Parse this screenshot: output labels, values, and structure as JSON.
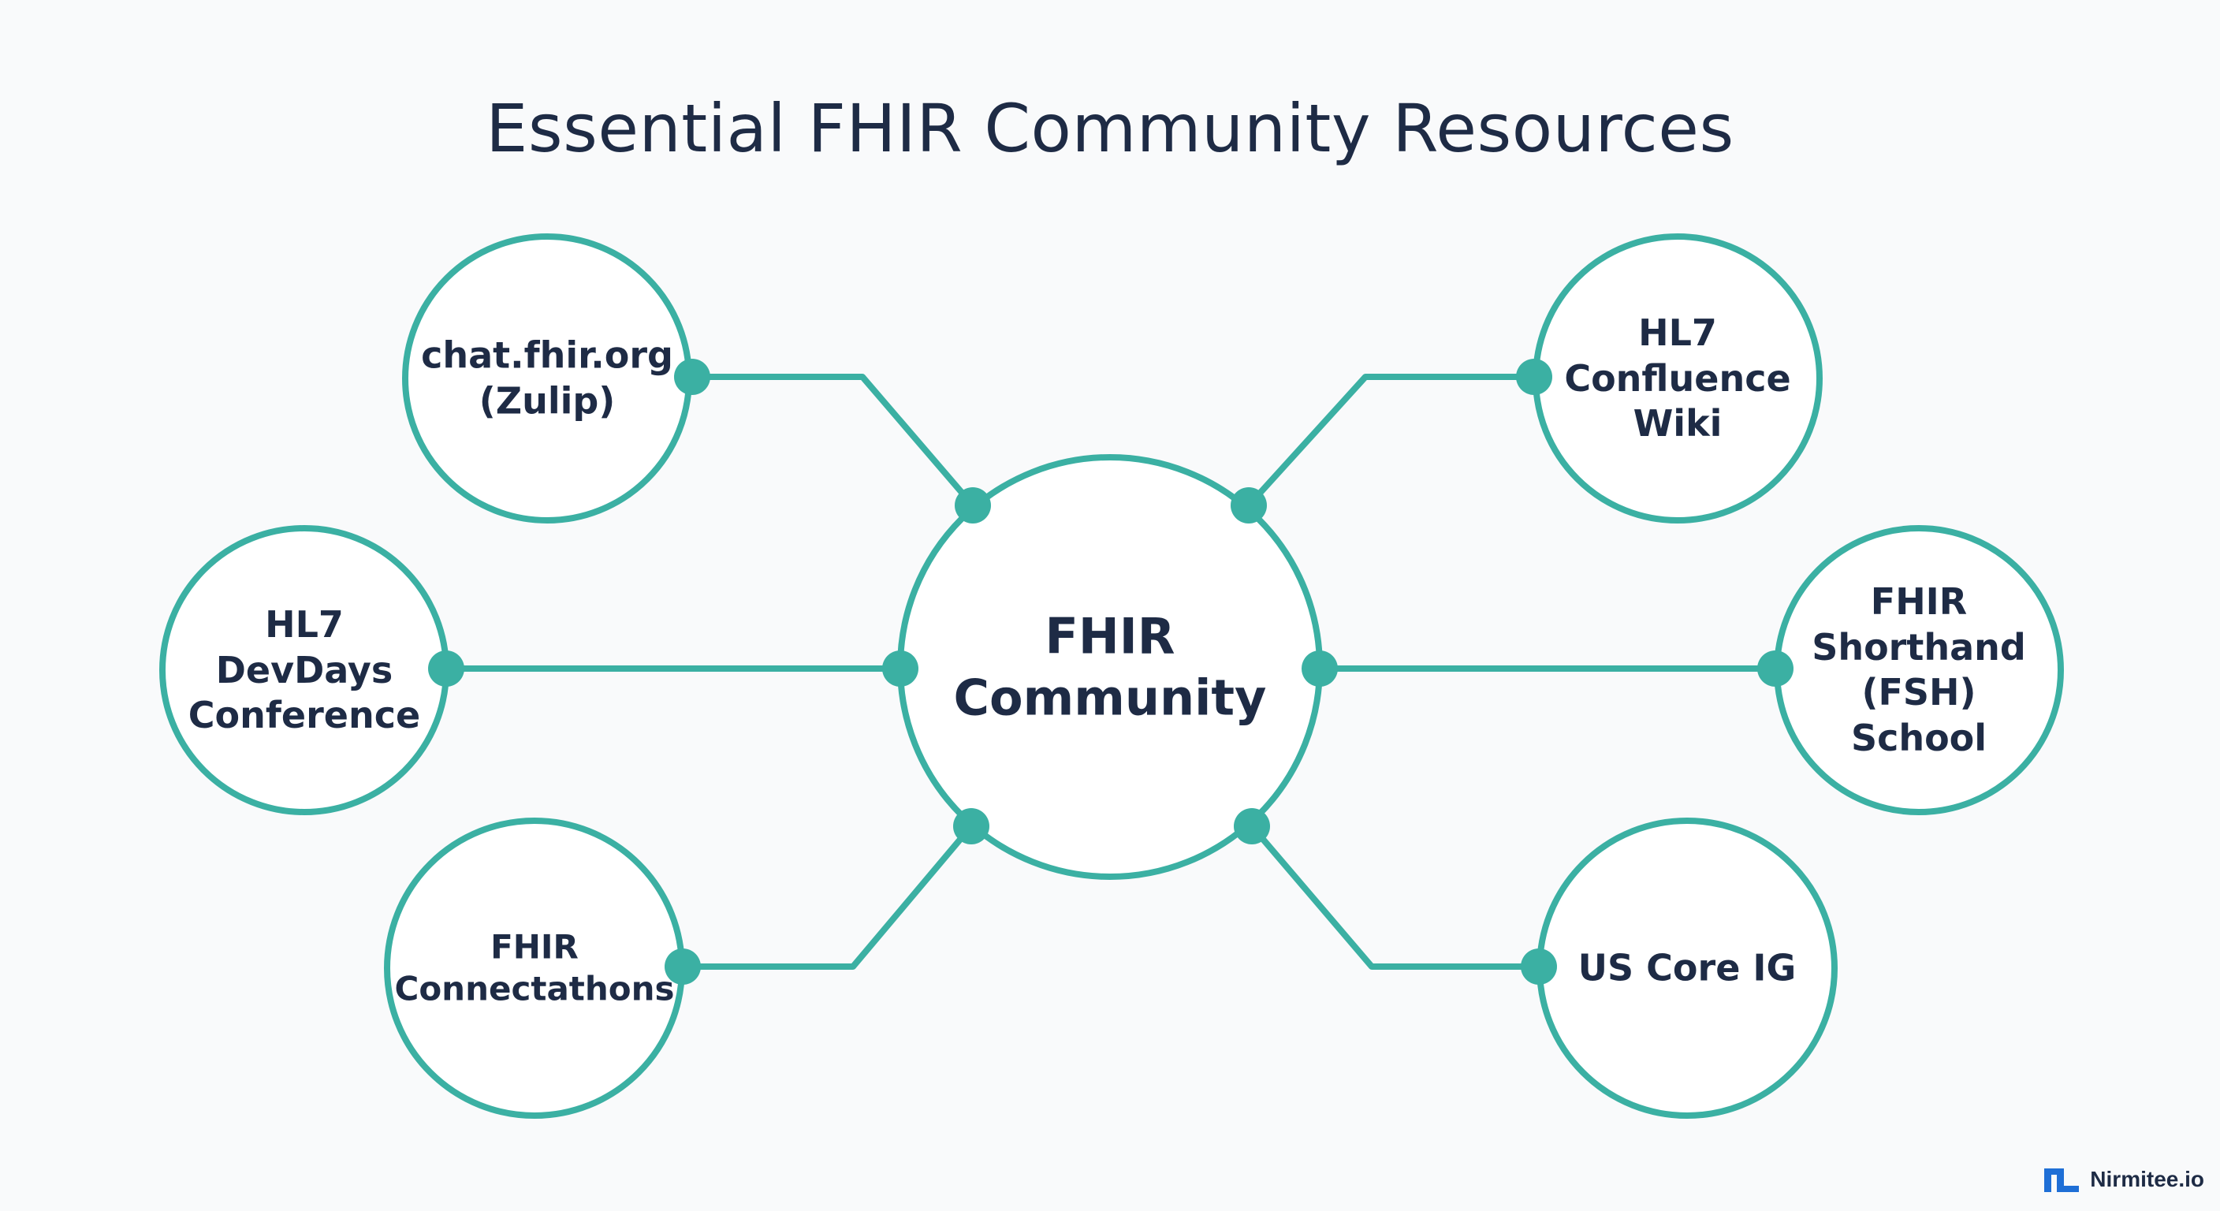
{
  "title": "Essential FHIR Community Resources",
  "center": {
    "label": "FHIR\nCommunity"
  },
  "nodes": [
    {
      "id": "chat",
      "label": "chat.fhir.org\n(Zulip)"
    },
    {
      "id": "devdays",
      "label": "HL7\nDevDays\nConference"
    },
    {
      "id": "connectathons",
      "label": "FHIR\nConnectathons"
    },
    {
      "id": "confluence",
      "label": "HL7\nConfluence\nWiki"
    },
    {
      "id": "fsh",
      "label": "FHIR\nShorthand\n(FSH)\nSchool"
    },
    {
      "id": "uscore",
      "label": "US Core IG"
    }
  ],
  "brand": {
    "name": "Nirmitee.io"
  },
  "colors": {
    "teal": "#3bb0a3",
    "text": "#1e2b45",
    "background": "#f9fafb",
    "brand": "#1f6fd6"
  }
}
